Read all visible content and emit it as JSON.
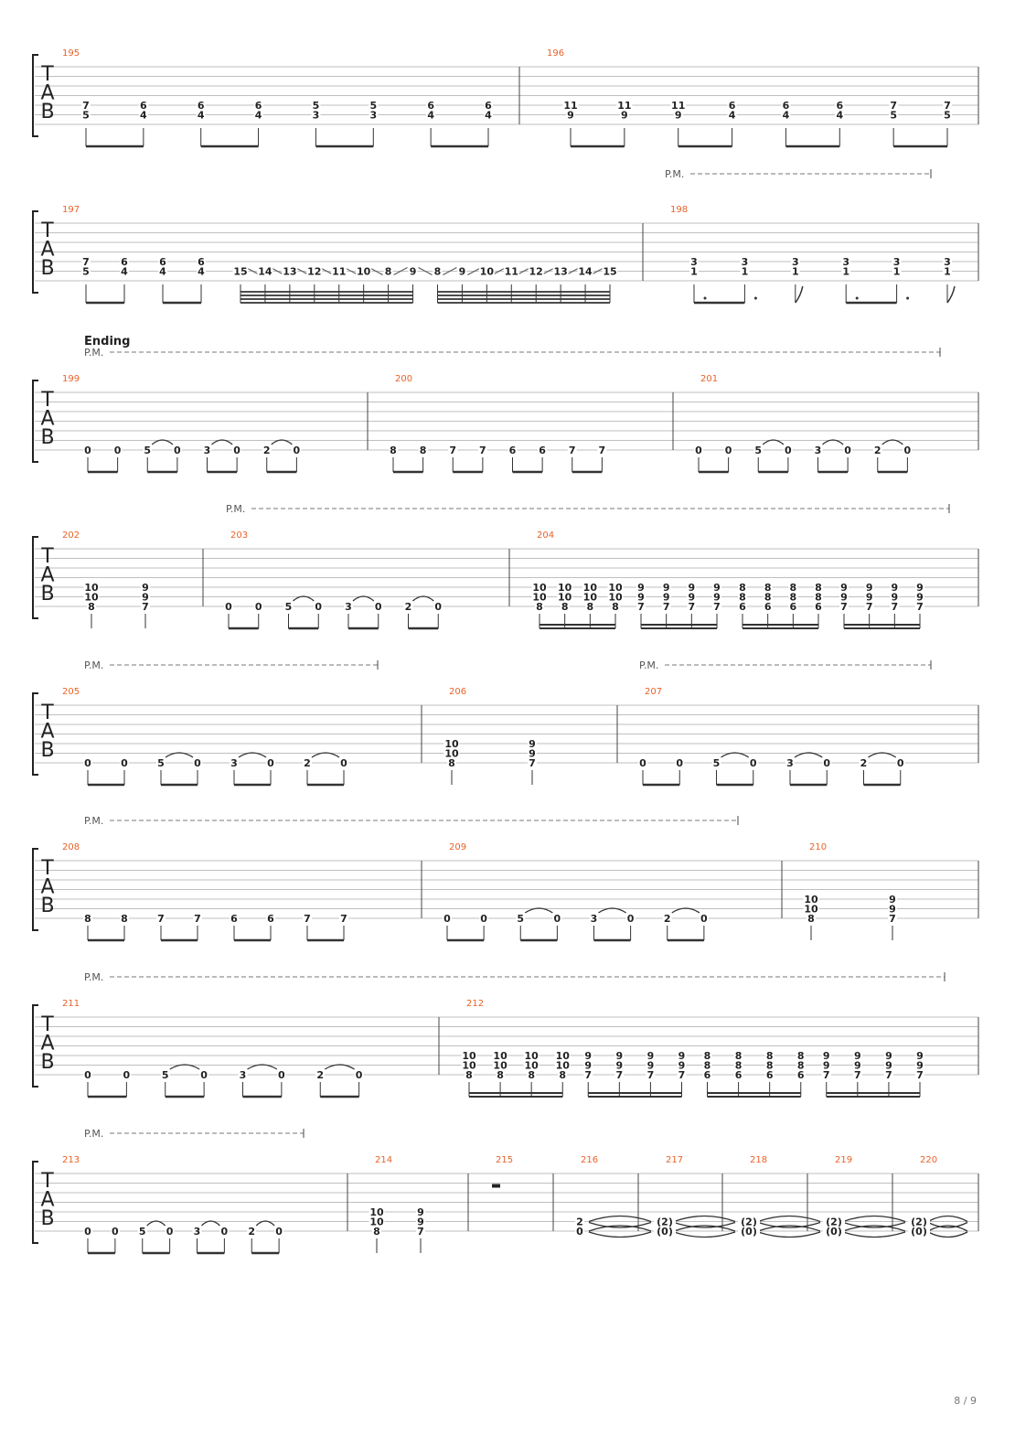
{
  "page_number": "8 / 9",
  "section_label": "Ending",
  "palm_mute_label": "P.M.",
  "tab_clef": [
    "T",
    "A",
    "B"
  ],
  "colors": {
    "measure_number": "#e8622a",
    "staff_line": "#aaaaaa",
    "barline": "#444444",
    "text": "#222222",
    "pm_dash": "#777777"
  },
  "systems": [
    {
      "pm": [],
      "measures": [
        {
          "num": "195",
          "beats": [
            [
              "7",
              "5"
            ],
            [
              "6",
              "4"
            ],
            [
              "6",
              "4"
            ],
            [
              "6",
              "4"
            ],
            [
              "5",
              "3"
            ],
            [
              "5",
              "3"
            ],
            [
              "6",
              "4"
            ],
            [
              "6",
              "4"
            ]
          ]
        },
        {
          "num": "196",
          "beats": [
            [
              "11",
              "9"
            ],
            [
              "11",
              "9"
            ],
            [
              "11",
              "9"
            ],
            [
              "6",
              "4"
            ],
            [
              "6",
              "4"
            ],
            [
              "6",
              "4"
            ],
            [
              "7",
              "5"
            ],
            [
              "7",
              "5"
            ]
          ]
        }
      ]
    },
    {
      "pm": [
        {
          "from_measure": 1,
          "to_end": true
        }
      ],
      "measures": [
        {
          "num": "197",
          "beats": [
            [
              "7",
              "5"
            ],
            [
              "6",
              "4"
            ],
            [
              "6",
              "4"
            ],
            [
              "6",
              "4"
            ]
          ],
          "slide_run": [
            "15",
            "14",
            "13",
            "12",
            "11",
            "10",
            "8",
            "9",
            "8",
            "9",
            "10",
            "11",
            "12",
            "13",
            "14",
            "15"
          ]
        },
        {
          "num": "198",
          "beats": [
            [
              "3",
              "1"
            ],
            [
              "3",
              "1"
            ],
            [
              "3",
              "1"
            ],
            [
              "3",
              "1"
            ],
            [
              "3",
              "1"
            ],
            [
              "3",
              "1"
            ]
          ]
        }
      ]
    },
    {
      "pm": [
        {
          "from_measure": 0,
          "to_end": true
        }
      ],
      "section": true,
      "measures": [
        {
          "num": "199",
          "low": [
            "0",
            "0",
            "5",
            "0",
            "3",
            "0",
            "2",
            "0"
          ]
        },
        {
          "num": "200",
          "low": [
            "8",
            "8",
            "7",
            "7",
            "6",
            "6",
            "7",
            "7"
          ]
        },
        {
          "num": "201",
          "low": [
            "0",
            "0",
            "5",
            "0",
            "3",
            "0",
            "2",
            "0"
          ]
        }
      ]
    },
    {
      "pm": [
        {
          "from_measure": 1,
          "to_end": true
        }
      ],
      "measures": [
        {
          "num": "202",
          "chords": [
            [
              "10",
              "10",
              "8"
            ],
            [
              "9",
              "9",
              "7"
            ]
          ]
        },
        {
          "num": "203",
          "low": [
            "0",
            "0",
            "5",
            "0",
            "3",
            "0",
            "2",
            "0"
          ]
        },
        {
          "num": "204",
          "chords16": [
            [
              "10",
              "10",
              "8"
            ],
            [
              "10",
              "10",
              "8"
            ],
            [
              "10",
              "10",
              "8"
            ],
            [
              "10",
              "10",
              "8"
            ],
            [
              "9",
              "9",
              "7"
            ],
            [
              "9",
              "9",
              "7"
            ],
            [
              "9",
              "9",
              "7"
            ],
            [
              "9",
              "9",
              "7"
            ],
            [
              "8",
              "8",
              "6"
            ],
            [
              "8",
              "8",
              "6"
            ],
            [
              "8",
              "8",
              "6"
            ],
            [
              "8",
              "8",
              "6"
            ],
            [
              "9",
              "9",
              "7"
            ],
            [
              "9",
              "9",
              "7"
            ],
            [
              "9",
              "9",
              "7"
            ],
            [
              "9",
              "9",
              "7"
            ]
          ]
        }
      ]
    },
    {
      "pm": [
        {
          "from_measure": 0,
          "to_measure_end": 0
        },
        {
          "from_measure": 2,
          "to_end": true
        }
      ],
      "measures": [
        {
          "num": "205",
          "low": [
            "0",
            "0",
            "5",
            "0",
            "3",
            "0",
            "2",
            "0"
          ]
        },
        {
          "num": "206",
          "chords": [
            [
              "10",
              "10",
              "8"
            ],
            [
              "9",
              "9",
              "7"
            ]
          ]
        },
        {
          "num": "207",
          "low": [
            "0",
            "0",
            "5",
            "0",
            "3",
            "0",
            "2",
            "0"
          ]
        }
      ]
    },
    {
      "pm": [
        {
          "from_measure": 0,
          "to_measure_end": 1
        }
      ],
      "measures": [
        {
          "num": "208",
          "low": [
            "8",
            "8",
            "7",
            "7",
            "6",
            "6",
            "7",
            "7"
          ]
        },
        {
          "num": "209",
          "low": [
            "0",
            "0",
            "5",
            "0",
            "3",
            "0",
            "2",
            "0"
          ]
        },
        {
          "num": "210",
          "chords": [
            [
              "10",
              "10",
              "8"
            ],
            [
              "9",
              "9",
              "7"
            ]
          ]
        }
      ]
    },
    {
      "pm": [
        {
          "from_measure": 0,
          "to_end": true
        }
      ],
      "measures": [
        {
          "num": "211",
          "low": [
            "0",
            "0",
            "5",
            "0",
            "3",
            "0",
            "2",
            "0"
          ]
        },
        {
          "num": "212",
          "chords16": [
            [
              "10",
              "10",
              "8"
            ],
            [
              "10",
              "10",
              "8"
            ],
            [
              "10",
              "10",
              "8"
            ],
            [
              "10",
              "10",
              "8"
            ],
            [
              "9",
              "9",
              "7"
            ],
            [
              "9",
              "9",
              "7"
            ],
            [
              "9",
              "9",
              "7"
            ],
            [
              "9",
              "9",
              "7"
            ],
            [
              "8",
              "8",
              "6"
            ],
            [
              "8",
              "8",
              "6"
            ],
            [
              "8",
              "8",
              "6"
            ],
            [
              "8",
              "8",
              "6"
            ],
            [
              "9",
              "9",
              "7"
            ],
            [
              "9",
              "9",
              "7"
            ],
            [
              "9",
              "9",
              "7"
            ],
            [
              "9",
              "9",
              "7"
            ]
          ]
        }
      ]
    },
    {
      "pm": [
        {
          "from_measure": 0,
          "to_measure_end": 0
        }
      ],
      "measures": [
        {
          "num": "213",
          "low": [
            "0",
            "0",
            "5",
            "0",
            "3",
            "0",
            "2",
            "0"
          ]
        },
        {
          "num": "214",
          "chords": [
            [
              "10",
              "10",
              "8"
            ],
            [
              "9",
              "9",
              "7"
            ]
          ]
        },
        {
          "num": "215",
          "rest": true
        },
        {
          "num": "216",
          "tied": [
            "2",
            "0"
          ]
        },
        {
          "num": "217",
          "tied": [
            "(2)",
            "(0)"
          ]
        },
        {
          "num": "218",
          "tied": [
            "(2)",
            "(0)"
          ]
        },
        {
          "num": "219",
          "tied": [
            "(2)",
            "(0)"
          ]
        },
        {
          "num": "220",
          "tied": [
            "(2)",
            "(0)"
          ]
        }
      ]
    }
  ]
}
